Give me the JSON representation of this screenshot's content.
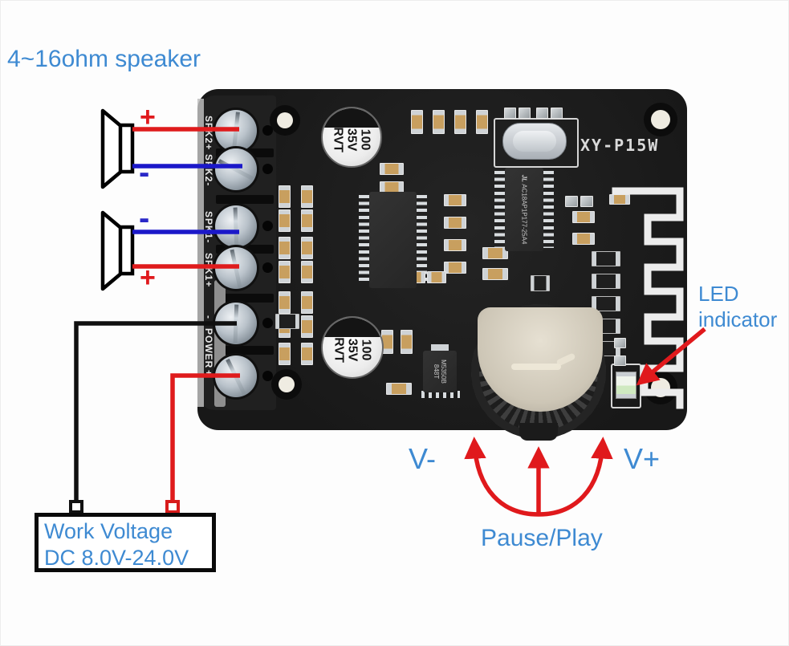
{
  "title": "4~16ohm speaker",
  "board": {
    "model": "XY-P15W",
    "terminal_labels": {
      "spk2_plus": "SPK2+",
      "spk2_minus": "SPK2-",
      "spk1_minus": "SPK1-",
      "spk1_plus": "SPK1+",
      "power_minus": "-",
      "power": "POWER",
      "power_plus": "+"
    },
    "capacitor_lines": [
      "100",
      "35V",
      "RVT"
    ],
    "bt_chip_logo": "JL",
    "bt_chip_marking": "AC18AP1P177-25A4",
    "regulator_lines": [
      "M5350B",
      "848T"
    ]
  },
  "polarity": {
    "plus": "+",
    "minus": "-"
  },
  "annotations": {
    "led_line1": "LED",
    "led_line2": "indicator",
    "work_voltage_line1": "Work Voltage",
    "work_voltage_line2": "DC 8.0V-24.0V",
    "volume_down": "V-",
    "volume_up": "V+",
    "pause_play": "Pause/Play"
  },
  "colors": {
    "annotation_blue": "#3e8ad2",
    "arrow_red": "#e0191c",
    "wire_red": "#df1b1c",
    "wire_blue": "#1b18c9",
    "wire_black": "#101010",
    "pcb_black": "#1c1c1c",
    "silkscreen_white": "#dadada"
  }
}
